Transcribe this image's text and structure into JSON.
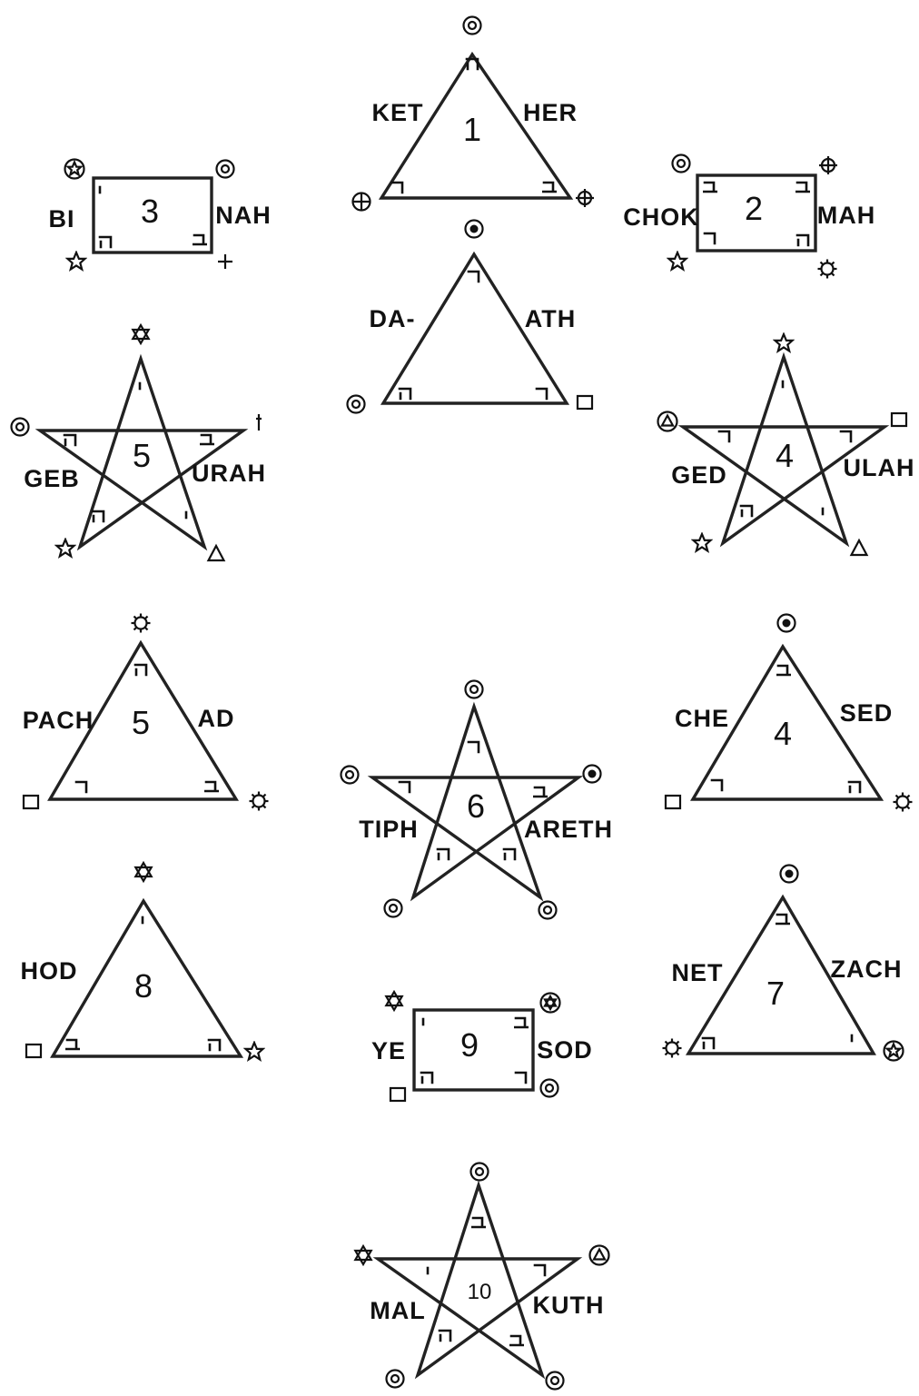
{
  "figures": [
    {
      "id": "1",
      "kind": "triangle",
      "number": "1",
      "left": "KET",
      "right": "HER",
      "glyphs": {
        "top": "circle-glyph-icon",
        "bottom-left": "circle-cross-icon",
        "bottom-right": "cross-circle-icon"
      }
    },
    {
      "id": "daath",
      "kind": "triangle",
      "number": "",
      "left": "DA-",
      "right": "ATH",
      "glyphs": {
        "top": "dot-circle-icon",
        "bottom-left": "circle-glyph-icon",
        "bottom-right": "square-icon"
      }
    },
    {
      "id": "3",
      "kind": "rectangle",
      "number": "3",
      "left": "BI",
      "right": "NAH",
      "glyphs": {
        "top-left": "circle-star-icon",
        "top-right": "circle-glyph-icon",
        "bottom-left": "star-icon",
        "bottom-right": "plus-icon"
      }
    },
    {
      "id": "2",
      "kind": "rectangle",
      "number": "2",
      "left": "CHOK",
      "right": "MAH",
      "glyphs": {
        "top-left": "circle-glyph-icon",
        "top-right": "cross-circle-icon",
        "bottom-left": "star-icon",
        "bottom-right": "sun-icon"
      }
    },
    {
      "id": "5a",
      "kind": "pentagram",
      "number": "5",
      "left": "GEB",
      "right": "URAH",
      "glyphs": {
        "top": "hexagram-icon",
        "left": "circle-glyph-icon",
        "right": "dagger-icon",
        "bottom-left": "star-icon",
        "bottom-right": "triangle-icon"
      }
    },
    {
      "id": "4a",
      "kind": "pentagram",
      "number": "4",
      "left": "GED",
      "right": "ULAH",
      "glyphs": {
        "top": "star-icon",
        "left": "circle-triangle-icon",
        "right": "square-icon",
        "bottom-left": "star-icon",
        "bottom-right": "triangle-icon"
      }
    },
    {
      "id": "5b",
      "kind": "triangle",
      "number": "5",
      "left": "PACH",
      "right": "AD",
      "glyphs": {
        "top": "sun-icon",
        "bottom-left": "square-icon",
        "bottom-right": "sun-icon"
      }
    },
    {
      "id": "6",
      "kind": "pentagram",
      "number": "6",
      "left": "TIPH",
      "right": "ARETH",
      "glyphs": {
        "top": "circle-glyph-icon",
        "left": "circle-glyph-icon",
        "right": "dot-circle-icon",
        "bottom-left": "circle-glyph-icon",
        "bottom-right": "circle-glyph-icon"
      }
    },
    {
      "id": "4b",
      "kind": "triangle",
      "number": "4",
      "left": "CHE",
      "right": "SED",
      "glyphs": {
        "top": "dot-circle-icon",
        "bottom-left": "square-icon",
        "bottom-right": "sun-icon"
      }
    },
    {
      "id": "8",
      "kind": "triangle",
      "number": "8",
      "left": "HOD",
      "right": "",
      "glyphs": {
        "top": "hexagram-icon",
        "bottom-left": "square-icon",
        "bottom-right": "star-icon"
      }
    },
    {
      "id": "9",
      "kind": "rectangle",
      "number": "9",
      "left": "YE",
      "right": "SOD",
      "glyphs": {
        "top-left": "hexagram-icon",
        "top-right": "circle-hexagram-icon",
        "bottom-left": "square-icon",
        "bottom-right": "circle-glyph-icon"
      }
    },
    {
      "id": "7",
      "kind": "triangle",
      "number": "7",
      "left": "NET",
      "right": "ZACH",
      "glyphs": {
        "top": "dot-circle-icon",
        "bottom-left": "sun-icon",
        "bottom-right": "circle-star-icon"
      }
    },
    {
      "id": "10",
      "kind": "pentagram",
      "number": "10",
      "left": "MAL",
      "right": "KUTH",
      "glyphs": {
        "top": "circle-glyph-icon",
        "left": "hexagram-icon",
        "right": "circle-triangle-icon",
        "bottom-left": "circle-glyph-icon",
        "bottom-right": "circle-glyph-icon"
      }
    }
  ]
}
